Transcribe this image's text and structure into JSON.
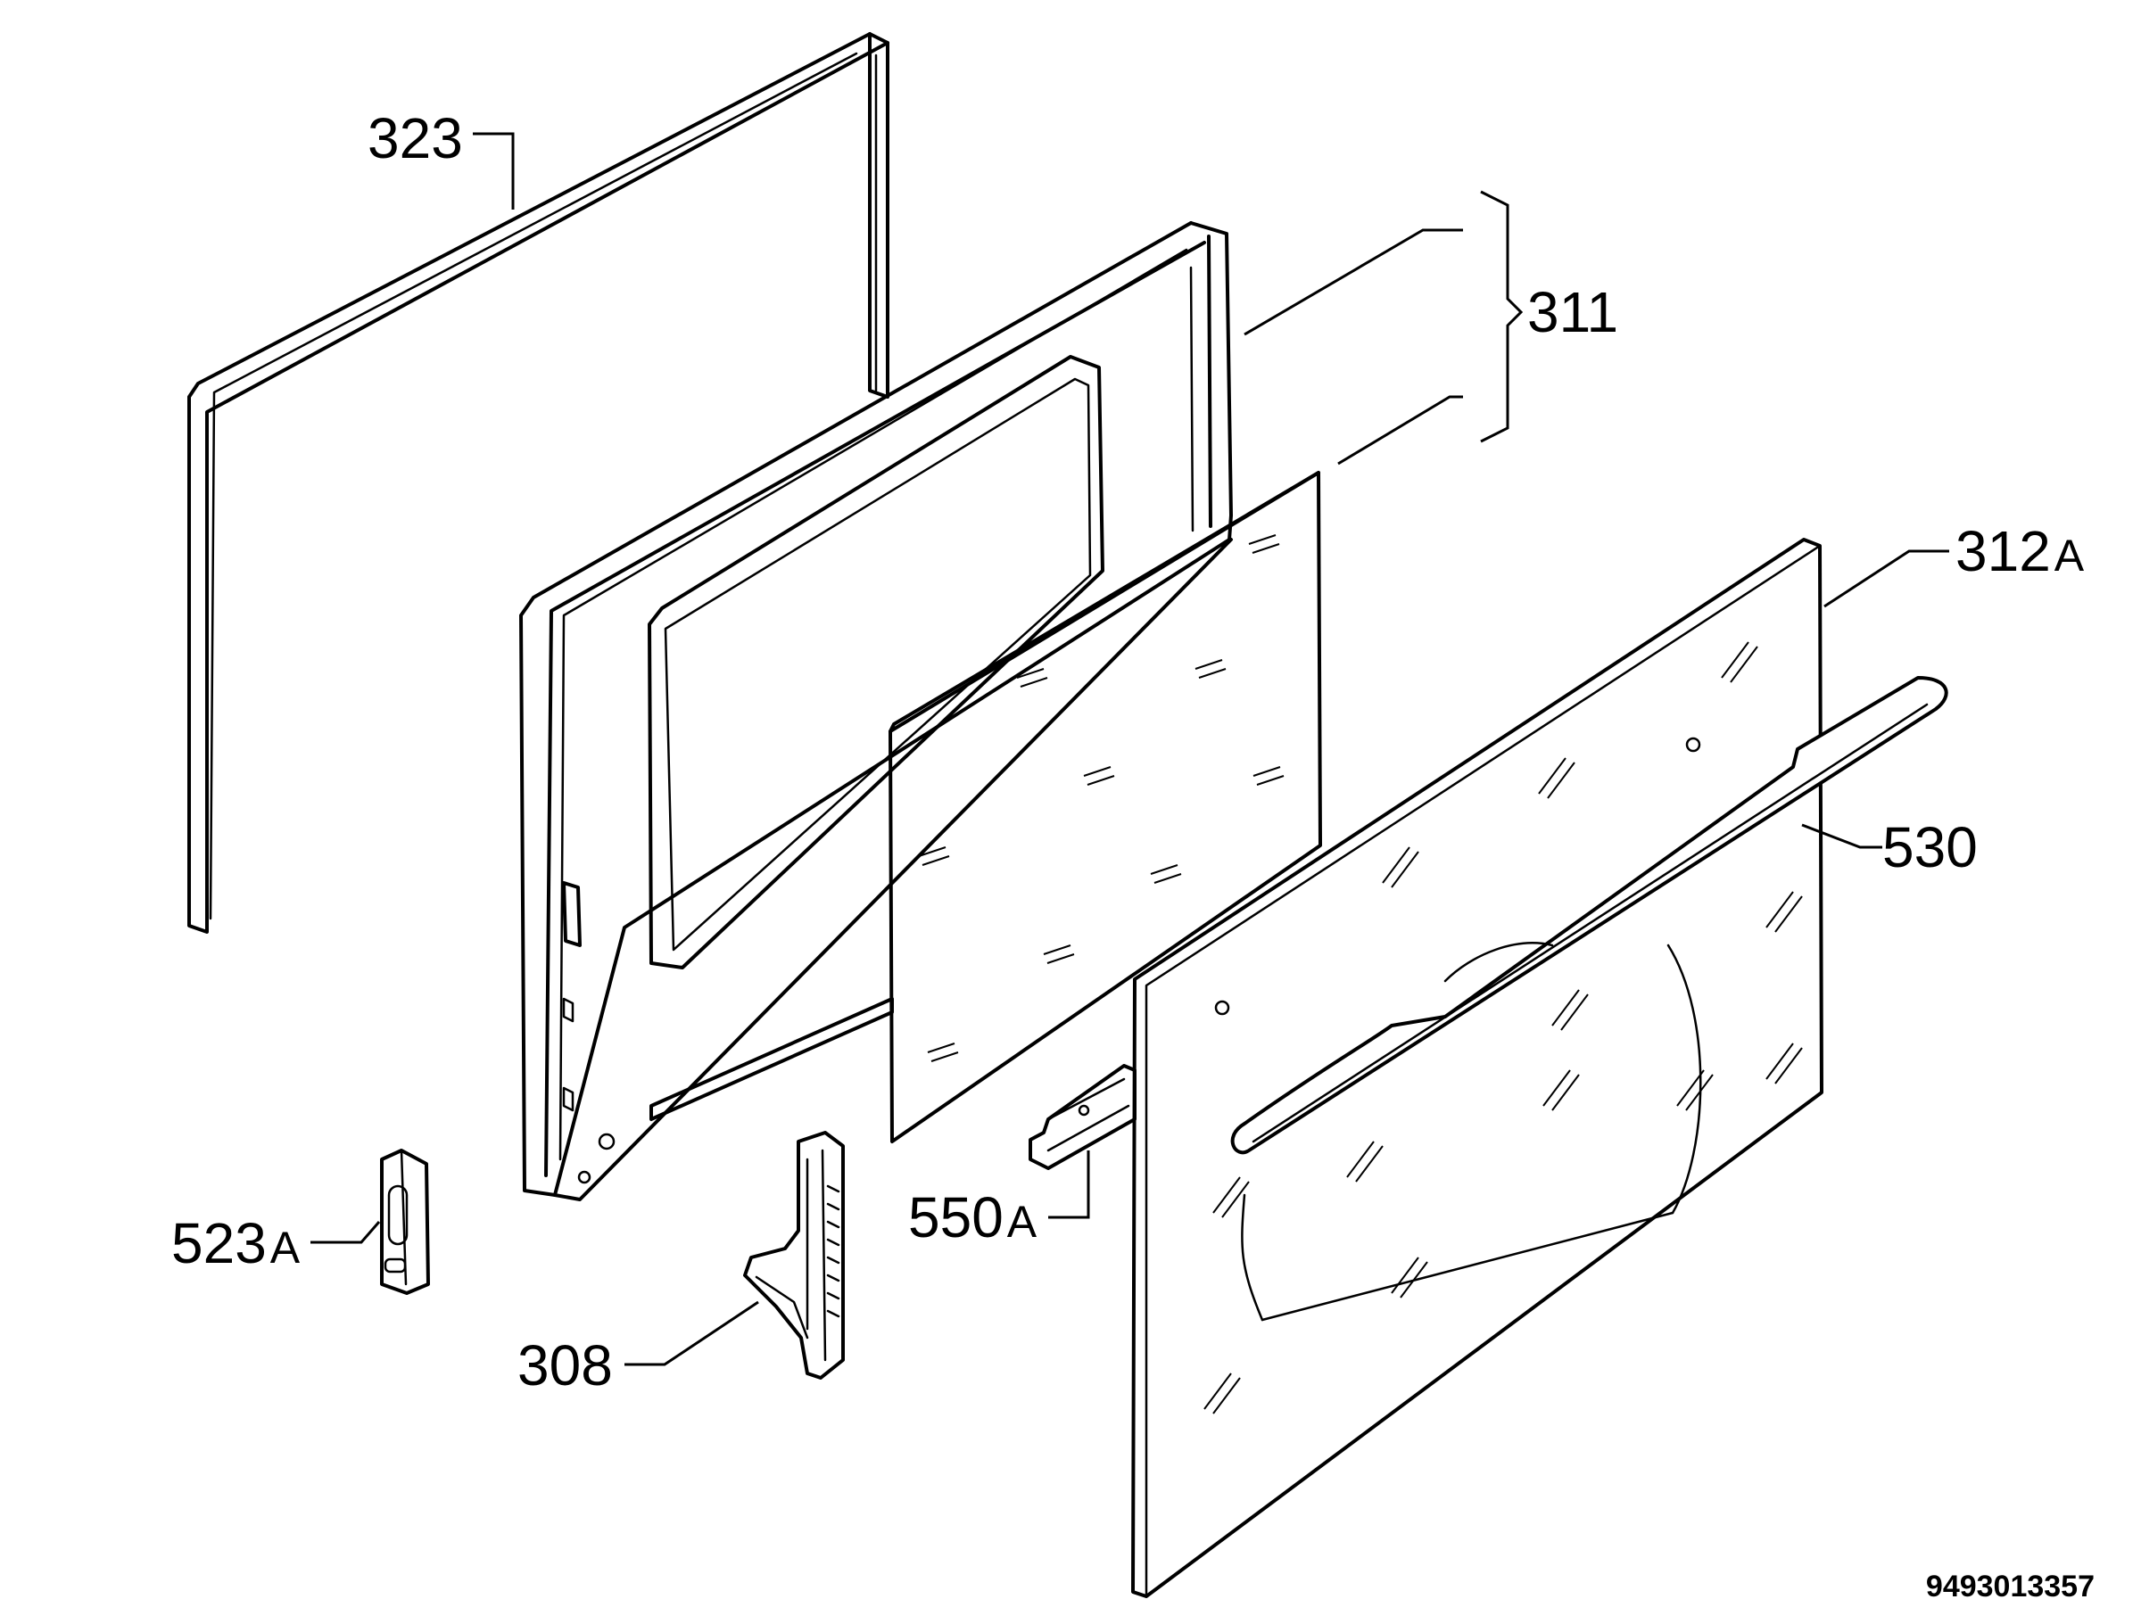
{
  "labels": {
    "seal": "323",
    "inner_assembly": "311",
    "outer_glass": "312",
    "outer_glass_suffix": "A",
    "handle": "530",
    "handle_bracket": "550",
    "handle_bracket_suffix": "A",
    "catch": "523",
    "catch_suffix": "A",
    "hinge": "308"
  },
  "document_number": "9493013357"
}
